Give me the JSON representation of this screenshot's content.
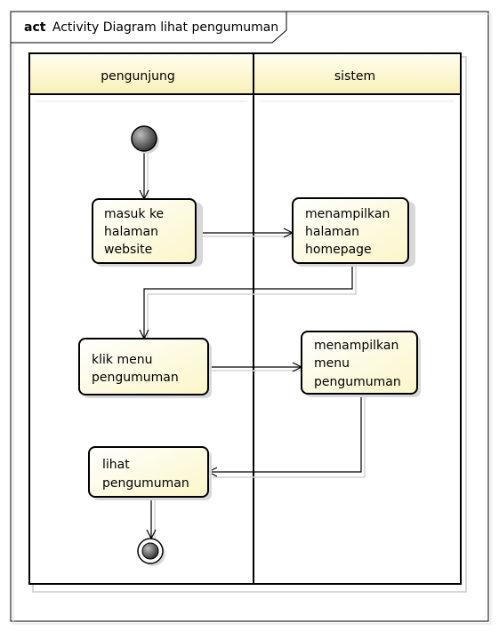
{
  "frame": {
    "keyword": "act",
    "title": "Activity Diagram lihat pengumuman"
  },
  "swimlanes": [
    {
      "id": "lane-pengunjung",
      "label": "pengunjung"
    },
    {
      "id": "lane-sistem",
      "label": "sistem"
    }
  ],
  "nodes": {
    "masuk": [
      "masuk ke",
      "halaman",
      "website"
    ],
    "tampil_home": [
      "menampilkan",
      "halaman",
      "homepage"
    ],
    "klik": [
      "klik menu",
      "pengumuman"
    ],
    "tampil_menu": [
      "menampilkan",
      "menu",
      "pengumuman"
    ],
    "lihat": [
      "lihat",
      "pengumuman"
    ]
  },
  "colors": {
    "action_fill": "#fefed6",
    "lane_header_fill": "#fbf6c6",
    "stroke": "#000000",
    "shadow": "#d6d6d6"
  }
}
